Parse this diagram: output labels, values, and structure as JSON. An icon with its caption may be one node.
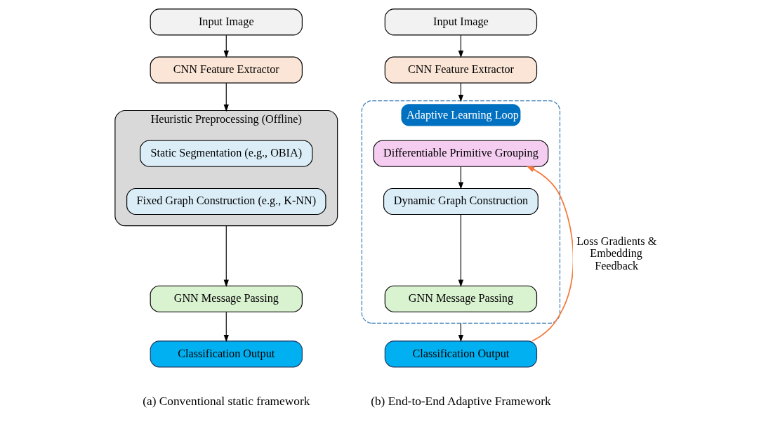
{
  "diagram": {
    "nodes": [
      {
        "text": [
          "Input Image"
        ]
      },
      {
        "text": [
          "CNN Feature Extractor"
        ]
      },
      {
        "text": [
          "Heuristic Preprocessing (Offline)"
        ]
      },
      {
        "text": [
          "Static Segmentation (e.g., OBIA)"
        ],
        "in": 2
      },
      {
        "text": [
          "Fixed Graph Construction (e.g., K-NN)"
        ],
        "in": 2
      },
      {
        "text": [
          "GNN Message Passing"
        ]
      },
      {
        "text": [
          "Classification Output"
        ]
      },
      {
        "text": [
          "Input Image"
        ]
      },
      {
        "text": [
          "CNN Feature Extractor"
        ]
      },
      {
        "text": [
          "Adaptive Learning Loop"
        ]
      },
      {
        "text": [
          "Differentiable Primitive Grouping"
        ],
        "in": 9
      },
      {
        "text": [
          "Dynamic Graph Construction"
        ],
        "in": 9
      },
      {
        "text": [
          "GNN Message Passing"
        ],
        "in": 9
      },
      {
        "text": [
          "Classification Output"
        ]
      }
    ],
    "edges": [
      {
        "from": 0,
        "to": 1,
        "arrow": "to"
      },
      {
        "from": 1,
        "to": 2,
        "arrow": "to"
      },
      {
        "from": 2,
        "to": 5,
        "arrow": "to"
      },
      {
        "from": 5,
        "to": 6,
        "arrow": "to"
      },
      {
        "from": 7,
        "to": 8,
        "arrow": "to"
      },
      {
        "from": 8,
        "to": 9,
        "arrow": "to"
      },
      {
        "from": 10,
        "to": 11,
        "arrow": "to"
      },
      {
        "from": 11,
        "to": 12,
        "arrow": "to"
      },
      {
        "from": 9,
        "to": 13,
        "arrow": "to"
      },
      {
        "from": 13,
        "to": 10,
        "arrow": "to",
        "label": "Loss Gradients & Embedding Feedback",
        "color": "#f4793b"
      }
    ],
    "labels": [
      "(a) Conventional static framework",
      "(b) End-to-End Adaptive Framework"
    ]
  }
}
